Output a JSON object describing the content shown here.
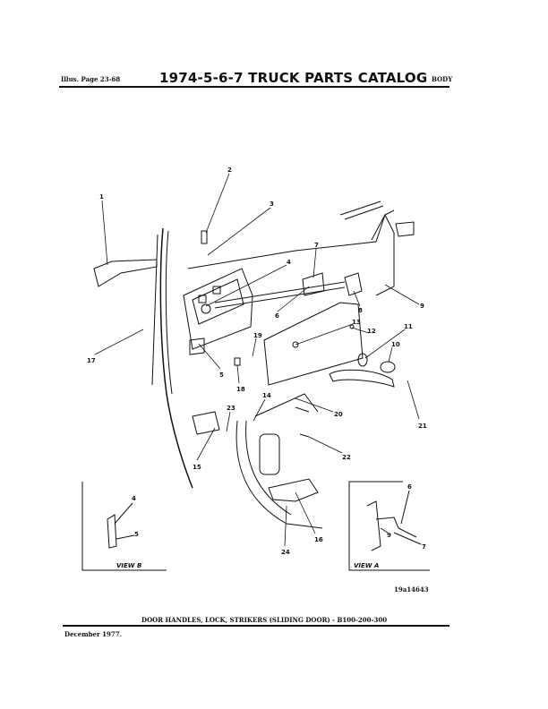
{
  "header": {
    "illus_ref": "Illus. Page 23-68",
    "title": "1974-5-6-7 TRUCK PARTS CATALOG",
    "section": "BODY"
  },
  "illustration": {
    "callouts": [
      "1",
      "2",
      "3",
      "4",
      "5",
      "6",
      "7",
      "8",
      "9",
      "10",
      "11",
      "12",
      "13",
      "14",
      "15",
      "16",
      "17",
      "18",
      "19",
      "20",
      "21",
      "22",
      "23",
      "24"
    ],
    "view_b": {
      "label": "VIEW B",
      "callouts": [
        "4",
        "5"
      ]
    },
    "view_a": {
      "label": "VIEW A",
      "callouts": [
        "6",
        "7",
        "9"
      ]
    },
    "figure_code": "19a14643"
  },
  "footer": {
    "caption": "DOOR HANDLES, LOCK, STRIKERS (SLIDING DOOR) - B100-200-300",
    "date": "December 1977."
  }
}
